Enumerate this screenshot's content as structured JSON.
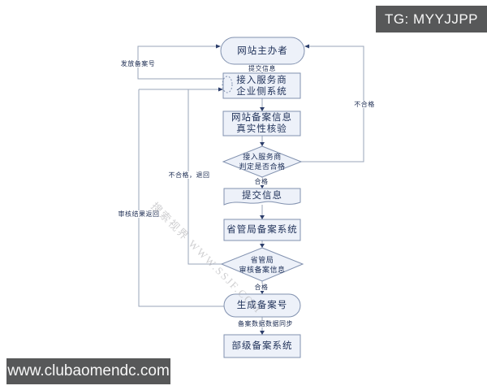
{
  "overlays": {
    "top_right_badge": "TG: MYYJJPP",
    "bottom_left_badge": "www.clubaomendc.com"
  },
  "watermark": "搜索视界 WWW.SSJF.COM",
  "colors": {
    "shape_fill": "#edf1f9",
    "shape_border": "#8191af",
    "line": "#9aa5ba",
    "arrow": "#2c3e6b",
    "badge_bg": "#575859",
    "node_text": "#1e3058"
  },
  "flowchart": {
    "nodes": {
      "start": {
        "label": "网站主办者"
      },
      "isp_system": {
        "line1": "接入服务商",
        "line2": "企业侧系统"
      },
      "verify": {
        "line1": "网站备案信息",
        "line2": "真实性核验"
      },
      "isp_judge": {
        "line1": "接入服务商",
        "line2": "判定是否合格"
      },
      "submit_doc": {
        "label": "提交信息"
      },
      "provincial_system": {
        "label": "省管局备案系统"
      },
      "provincial_review": {
        "line1": "省管局",
        "line2": "审核备案信息"
      },
      "generate_number": {
        "label": "生成备案号"
      },
      "ministry_system": {
        "label": "部级备案系统"
      }
    },
    "edge_labels": {
      "submit_info": "提交信息",
      "issue_number": "发放备案号",
      "unqualified_right": "不合格",
      "qualified_1": "合格",
      "unqualified_return": "不合格，退回",
      "review_result_return": "审核结果返回",
      "qualified_2": "合格",
      "data_sync": "备案数据数据同步"
    }
  }
}
